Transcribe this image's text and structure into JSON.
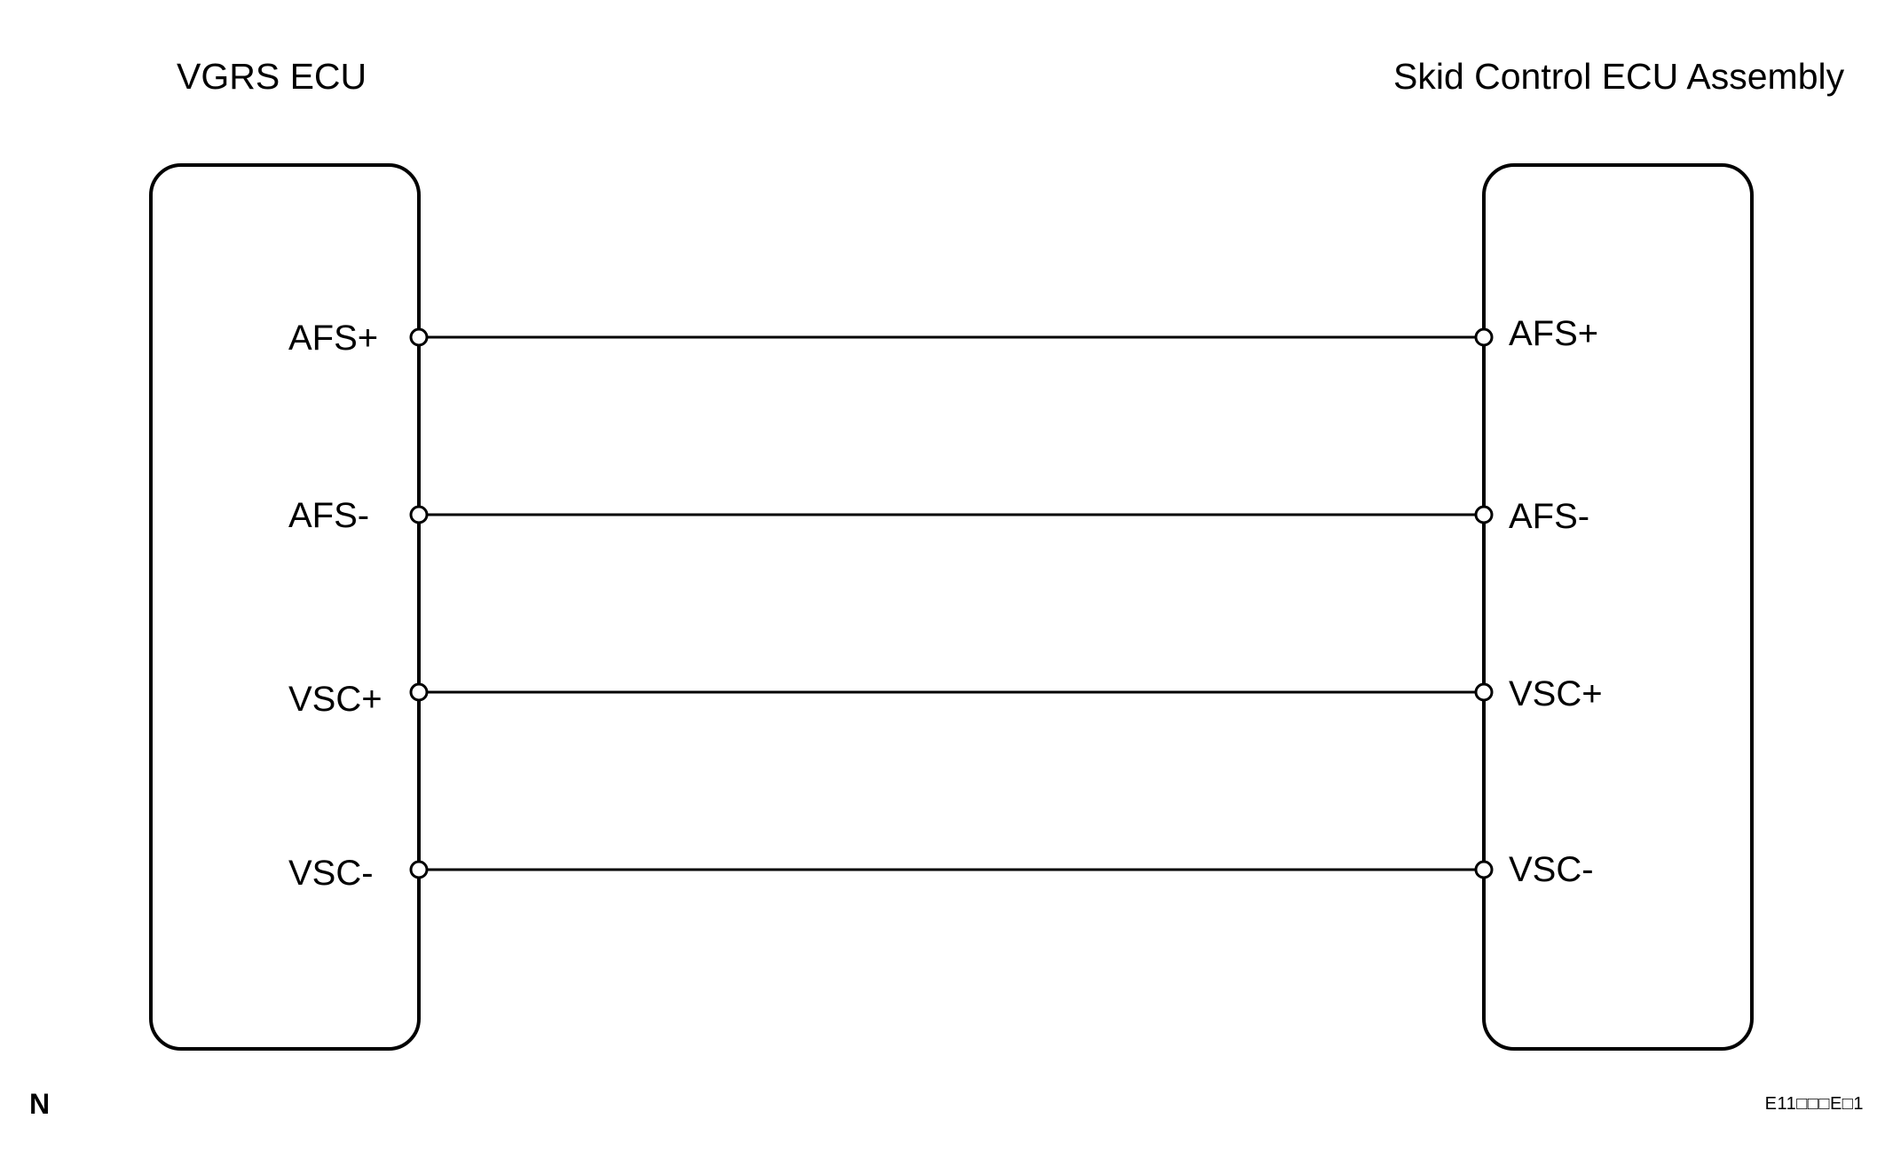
{
  "diagram": {
    "left_ecu": {
      "title": "VGRS ECU",
      "terminals": [
        "AFS+",
        "AFS-",
        "VSC+",
        "VSC-"
      ]
    },
    "right_ecu": {
      "title": "Skid Control ECU Assembly",
      "terminals": [
        "AFS+",
        "AFS-",
        "VSC+",
        "VSC-"
      ]
    },
    "footer": {
      "left_label": "N",
      "code": "E11□□□E□1"
    }
  }
}
